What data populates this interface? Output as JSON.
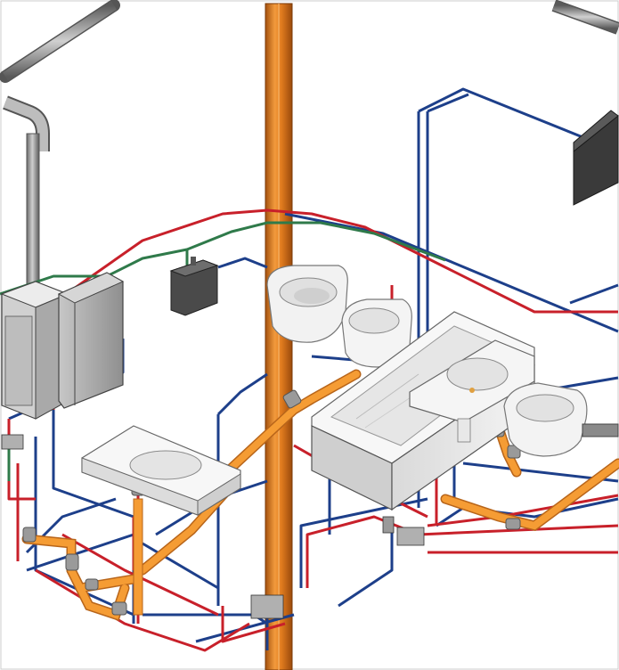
{
  "scene": {
    "description_visible_text": "",
    "colors": {
      "hot_water": "#c8202a",
      "cold_water": "#1d3f8a",
      "gas_green": "#2f7a4a",
      "drain_orange": "#f0962a",
      "riser_orange": "#d8741e",
      "vent_gray": "#8a8a8a",
      "fixture_white": "#f2f2f2",
      "cabinet_gray": "#9a9a9a",
      "dark_unit": "#3a3a3a"
    },
    "fixtures": [
      "boiler",
      "cabinet",
      "control-box",
      "wall-unit",
      "wall-toilet",
      "bidet",
      "bathtub",
      "washbasin-left",
      "washbasin-right",
      "toilet-right"
    ]
  }
}
